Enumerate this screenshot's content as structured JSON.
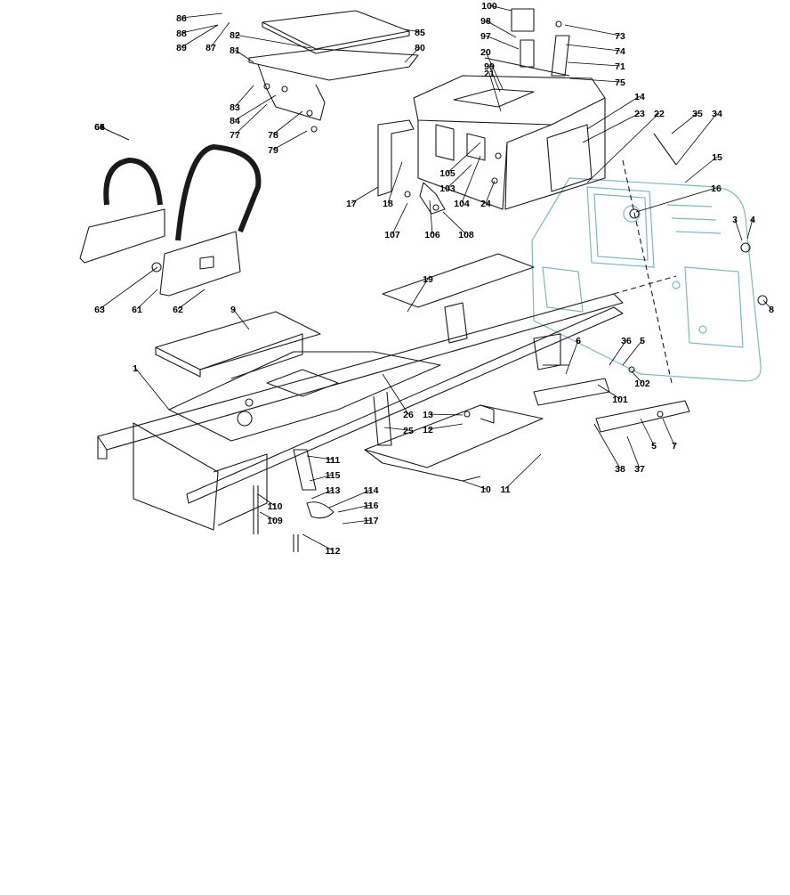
{
  "diagram": {
    "colors": {
      "ink": "#1a1a1a",
      "leader": "#000000",
      "panel": "#7fb6bf",
      "paper": "#ffffff",
      "shade": "#d9d9d9"
    },
    "callouts": [
      "1",
      "3",
      "4",
      "5",
      "5",
      "6",
      "7",
      "8",
      "9",
      "10",
      "11",
      "12",
      "13",
      "14",
      "15",
      "16",
      "17",
      "18",
      "19",
      "20",
      "21",
      "22",
      "23",
      "24",
      "25",
      "26",
      "34",
      "35",
      "36",
      "37",
      "38",
      "61",
      "62",
      "63",
      "64",
      "65",
      "71",
      "73",
      "74",
      "75",
      "77",
      "78",
      "79",
      "80",
      "81",
      "82",
      "83",
      "84",
      "85",
      "86",
      "87",
      "88",
      "89",
      "97",
      "98",
      "99",
      "100",
      "101",
      "102",
      "103",
      "104",
      "105",
      "106",
      "107",
      "108",
      "109",
      "110",
      "111",
      "112",
      "113",
      "114",
      "115",
      "116",
      "117"
    ]
  }
}
